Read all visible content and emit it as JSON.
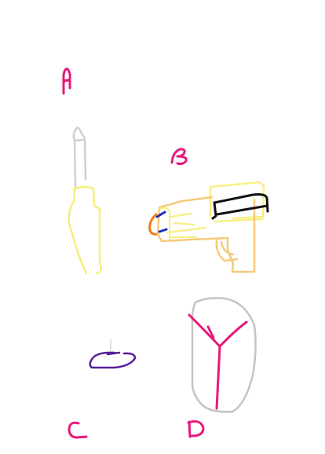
{
  "labels": {
    "a": "A",
    "b": "B",
    "c": "C",
    "d": "D"
  },
  "items": {
    "a": "knife",
    "b": "gun",
    "c": "ring",
    "d": "shield"
  },
  "colors": {
    "label": "#e8197a",
    "knife_blade": "#cfcfcf",
    "knife_handle": "#f5f07a",
    "gun_barrel": "#f8ef86",
    "gun_body": "#f6c97a",
    "gun_scope": "#111111",
    "gun_muzzle_blue": "#1a2fc4",
    "gun_muzzle_orange": "#f07c1a",
    "ring": "#5a1f9a",
    "ring_gem": "#d8d8d8",
    "shield_outline": "#c4c4c4",
    "shield_mark": "#e8197a"
  }
}
